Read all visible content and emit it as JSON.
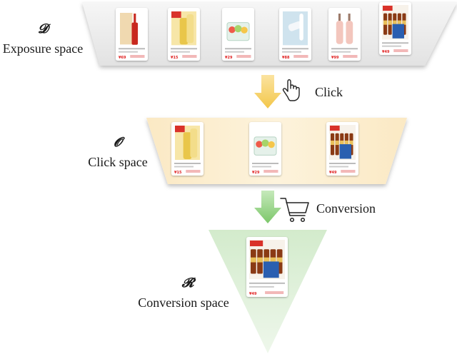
{
  "diagram": {
    "stages": [
      {
        "symbol": "𝓓",
        "label": "Exposure space"
      },
      {
        "symbol": "𝓞",
        "label": "Click space"
      },
      {
        "symbol": "𝓡",
        "label": "Conversion space"
      }
    ],
    "actions": [
      {
        "label": "Click",
        "icon": "pointing-hand-icon"
      },
      {
        "label": "Conversion",
        "icon": "shopping-cart-icon"
      }
    ],
    "colors": {
      "exposure_fill": "#e8e8e8",
      "click_fill": "#fbeccb",
      "conversion_fill": "#d8ecd2",
      "click_arrow": "#f5cf5a",
      "conversion_arrow": "#8cd07a",
      "price": "#e02020"
    },
    "products": {
      "exposure": [
        {
          "icon": "liquor-bottle-icon",
          "price": "¥69"
        },
        {
          "icon": "tea-drink-icon",
          "price": "¥15"
        },
        {
          "icon": "fruit-box-icon",
          "price": "¥29"
        },
        {
          "icon": "skincare-tube-icon",
          "price": "¥88"
        },
        {
          "icon": "lotion-bottles-icon",
          "price": "¥99"
        },
        {
          "icon": "beer-case-icon",
          "price": "¥49"
        }
      ],
      "click": [
        {
          "icon": "tea-drink-icon",
          "price": "¥15"
        },
        {
          "icon": "fruit-box-icon",
          "price": "¥29"
        },
        {
          "icon": "beer-case-icon",
          "price": "¥49"
        }
      ],
      "conversion": [
        {
          "icon": "beer-case-icon",
          "price": "¥49"
        }
      ]
    }
  }
}
